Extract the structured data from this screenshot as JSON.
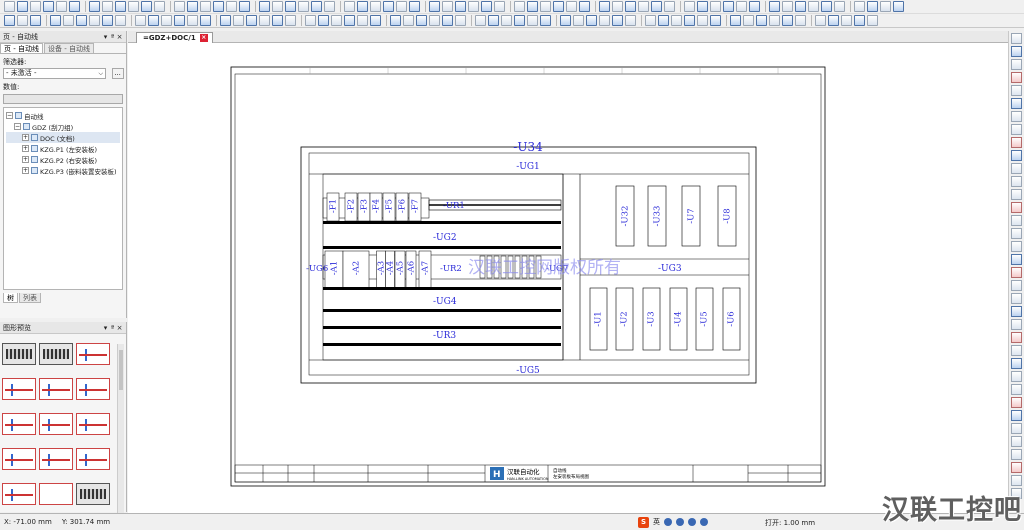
{
  "left_panel": {
    "title": "页 - 自动线",
    "tabs": [
      "页 - 自动线",
      "设备 - 自动线"
    ],
    "filter_label": "筛选器:",
    "filter_value": "- 未激活 -",
    "dots_label": "...",
    "value_label": "数值:",
    "tree": [
      {
        "label": "自动线",
        "level": 0
      },
      {
        "label": "GDZ (刮刀组)",
        "level": 1
      },
      {
        "label": "DOC (文档)",
        "level": 2,
        "selected": true
      },
      {
        "label": "KZG.P1 (左安装板)",
        "level": 2
      },
      {
        "label": "KZG.P2 (右安装板)",
        "level": 2
      },
      {
        "label": "KZG.P3 (嵌料装置安装板)",
        "level": 2
      }
    ],
    "bottom_tabs": [
      "树",
      "列表"
    ]
  },
  "preview_panel": {
    "title": "图形预览"
  },
  "document_tab": {
    "label": "=GDZ+DOC/1"
  },
  "drawing": {
    "cabinet": "-U34",
    "groups": {
      "ug1": "-UG1",
      "ug2": "-UG2",
      "ug3": "-UG3",
      "ug4": "-UG4",
      "ug5": "-UG5",
      "ug6": "-UG6",
      "ug7": "-UG7",
      "ur1": "-UR1",
      "ur2": "-UR2",
      "ur3": "-UR3"
    },
    "fuses": [
      "-F1",
      "-F2",
      "-F3",
      "-F4",
      "-F5",
      "-F6",
      "-F7"
    ],
    "modules_a": [
      "-A1",
      "-A2",
      "-A3",
      "-A4",
      "-A5",
      "-A6",
      "-A7"
    ],
    "units_upper": [
      "-U32",
      "-U33",
      "-U7",
      "-U8"
    ],
    "units_lower": [
      "-U1",
      "-U2",
      "-U3",
      "-U4",
      "-U5",
      "-U6"
    ],
    "overlay_text": "汉联工控网版权所有",
    "title_block": {
      "company": "汉联自动化",
      "company_en": "HAN-LINK AUTOMATION",
      "project": "自动线",
      "page_desc": "左安装板布局视图"
    }
  },
  "status": {
    "x": "X: -71.00 mm",
    "y": "Y: 301.74 mm",
    "ime": "英",
    "open": "打开: 1.00 mm"
  },
  "watermark": "汉联工控吧"
}
